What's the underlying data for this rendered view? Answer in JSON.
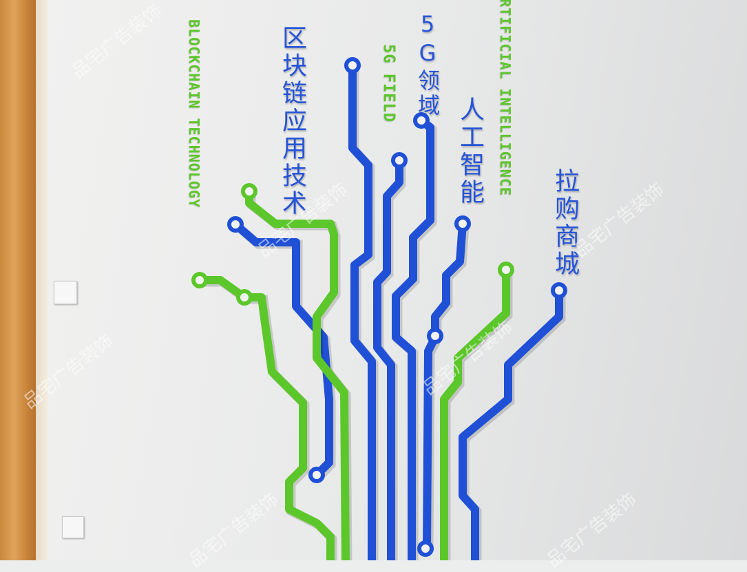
{
  "labels": {
    "blockchain_en": "BLOCKCHAIN TECHNOLOGY",
    "blockchain_cn": "区块链应用技术",
    "fiveg_cn": "5G领域",
    "fiveg_en": "5G FIELD",
    "ai_en": "RTIFICIAL INTELLIGENCE",
    "ai_cn": "人工智能",
    "mall_cn": "拉购商城"
  },
  "watermark": "品宅广告装饰",
  "colors": {
    "blue": "#1f50d6",
    "green": "#5cc72a",
    "wall": "#eceded",
    "wood": "#d0924a"
  }
}
